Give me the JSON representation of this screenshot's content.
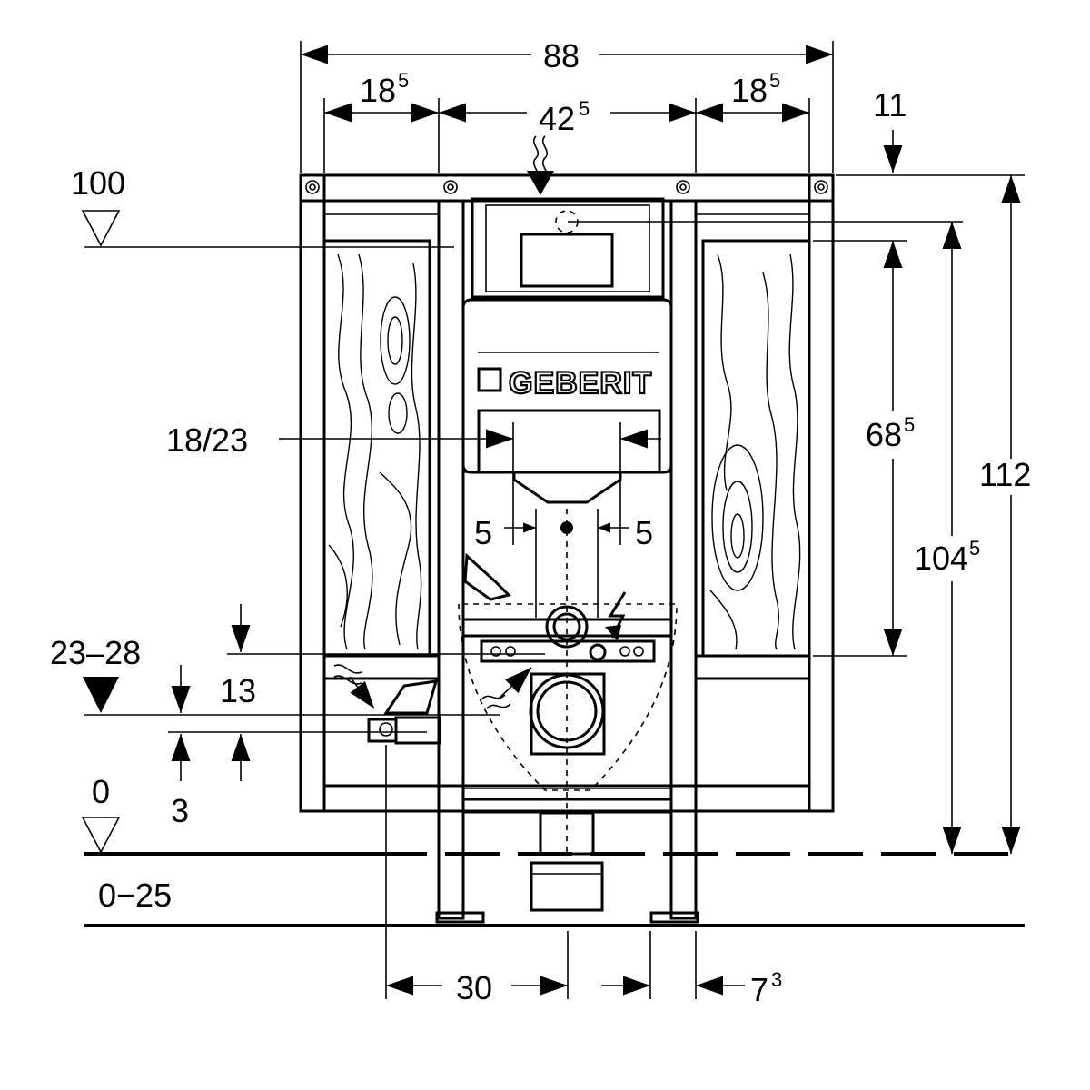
{
  "brand": "GEBERIT",
  "dimensions": {
    "total_width": "88",
    "left_panel_width": "18",
    "left_panel_width_sup": "5",
    "center_width": "42",
    "center_width_sup": "5",
    "right_panel_width": "18",
    "right_panel_width_sup": "5",
    "top_offset": "11",
    "total_height": "112",
    "height_to_drain": "104",
    "height_to_drain_sup": "5",
    "panel_height": "68",
    "panel_height_sup": "5",
    "actuator_label": "18/23",
    "gap_left": "5",
    "gap_right": "5",
    "flush_height": "23–28",
    "water_offset": "13",
    "supply_offset": "3",
    "level_top": "100",
    "level_floor": "0",
    "floor_build_up": "0−25",
    "supply_distance": "30",
    "foot_offset": "7",
    "foot_offset_sup": "3"
  },
  "icons": [
    "water-supply-icon",
    "electric-supply-icon",
    "level-marker-icon"
  ]
}
